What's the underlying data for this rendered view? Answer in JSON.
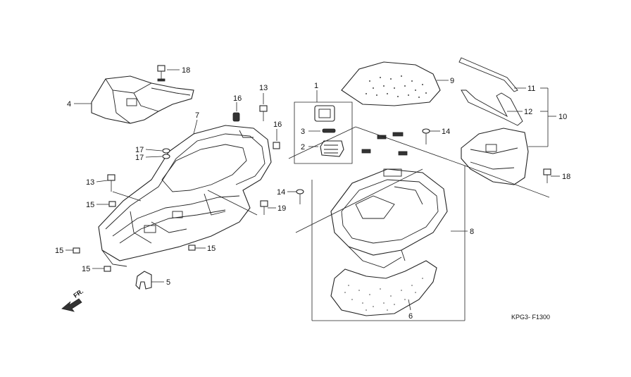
{
  "callouts": {
    "c1": "1",
    "c2": "2",
    "c3": "3",
    "c4": "4",
    "c5": "5",
    "c6": "6",
    "c7": "7",
    "c8": "8",
    "c9": "9",
    "c10": "10",
    "c11": "11",
    "c12": "12",
    "c13a": "13",
    "c13b": "13",
    "c14a": "14",
    "c14b": "14",
    "c15a": "15",
    "c15b": "15",
    "c15c": "15",
    "c15d": "15",
    "c16a": "16",
    "c16b": "16",
    "c17a": "17",
    "c17b": "17",
    "c18a": "18",
    "c18b": "18",
    "c19": "19"
  },
  "direction_label": "FR.",
  "diagram_code": "KPG3- F1300"
}
